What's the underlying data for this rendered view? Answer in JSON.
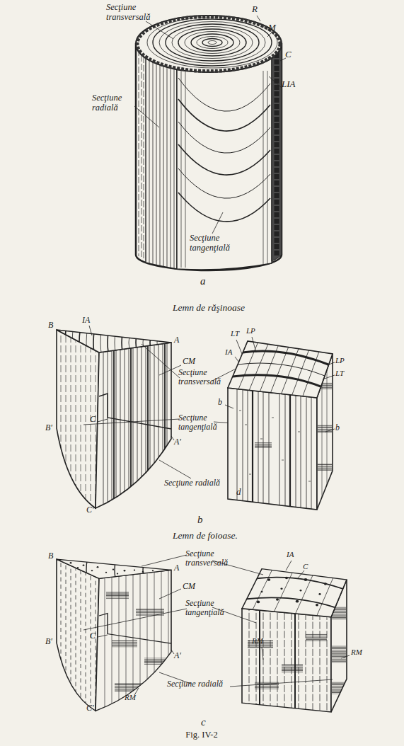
{
  "diagram": {
    "caption": "Fig. IV-2",
    "labels": [
      "Secţiune transversală",
      "R",
      "M",
      "C",
      "LIA",
      "Secţiune radială",
      "Secţiune tangenţială",
      "a",
      "Lemn de răşinoase",
      "IA",
      "A",
      "B",
      "CM",
      "C",
      "A'",
      "B'",
      "C'",
      "Secţiune transversală",
      "Secţiune tangenţială",
      "Secţiune radială",
      "LT",
      "LP",
      "IA",
      "LP",
      "LT",
      "b",
      "b",
      "d",
      "b",
      "Lemn de foioase.",
      "B",
      "A",
      "Secţiune transversală",
      "CM",
      "Secţiune tangenţială",
      "C",
      "A'",
      "B'",
      "Secţiune radială",
      "C'",
      "RM",
      "IA",
      "C",
      "RM",
      "RM",
      "c"
    ]
  }
}
